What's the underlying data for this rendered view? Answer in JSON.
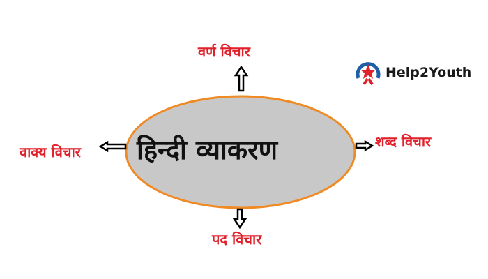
{
  "diagram": {
    "center": {
      "label": "हिन्दी व्याकरण",
      "fill": "#c8c8c8",
      "stroke": "#f08a24"
    },
    "branches": [
      {
        "position": "top",
        "label": "वर्ण विचार"
      },
      {
        "position": "right",
        "label": "शब्द विचार"
      },
      {
        "position": "bottom",
        "label": "पद विचार"
      },
      {
        "position": "left",
        "label": "वाक्य विचार"
      }
    ],
    "label_color": "#e0202a"
  },
  "brand": {
    "name": "Help2Youth",
    "logo_icon": "star-person-logo",
    "colors": {
      "arc": "#1e5fa8",
      "star": "#e0202a"
    }
  }
}
